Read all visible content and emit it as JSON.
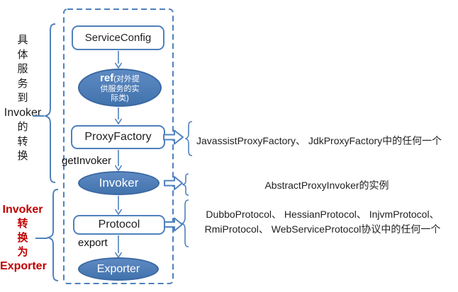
{
  "palette": {
    "shape_blue": "#4f81bd",
    "shape_blue_dark": "#3b69a2",
    "annotation_red": "#c00000",
    "text_black": "#1a1a1a"
  },
  "left_annotations": {
    "top_group": {
      "chars": [
        "具",
        "体",
        "服",
        "务",
        "到",
        "Invoker",
        "的",
        "转",
        "换"
      ]
    },
    "bottom_group": {
      "chars": [
        "Invoker",
        "转",
        "换",
        "为",
        "Exporter"
      ]
    }
  },
  "flow": {
    "nodes": {
      "service_config": "ServiceConfig",
      "ref_title": "ref",
      "ref_detail_1": "(对外提",
      "ref_detail_2": "供服务的实",
      "ref_detail_3": "际类)",
      "proxy_factory": "ProxyFactory",
      "invoker": "Invoker",
      "protocol": "Protocol",
      "exporter": "Exporter"
    },
    "edge_labels": {
      "get_invoker": "getInvoker",
      "export": "export"
    }
  },
  "right_annotations": {
    "proxy_factory_note": "JavassistProxyFactory、 JdkProxyFactory中的任何一个",
    "invoker_note": "AbstractProxyInvoker的实例",
    "protocol_note_line1": "DubboProtocol、 HessianProtocol、 InjvmProtocol、",
    "protocol_note_line2": "RmiProtocol、 WebServiceProtocol协议中的任何一个"
  }
}
